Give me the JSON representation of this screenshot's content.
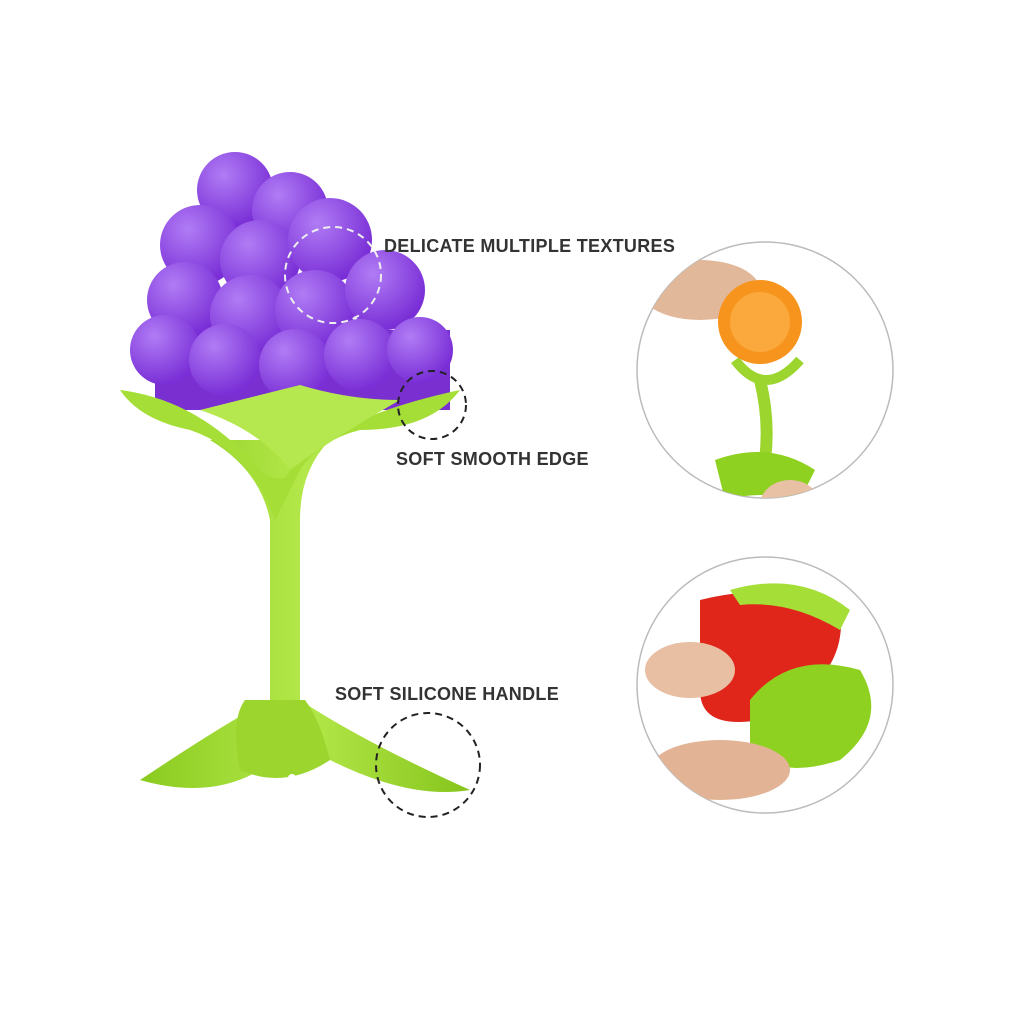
{
  "labels": {
    "textures": "DELICATE MULTIPLE TEXTURES",
    "edge": "SOFT SMOOTH EDGE",
    "handle": "SOFT SILICONE HANDLE"
  },
  "colors": {
    "grape": "#8a3fe0",
    "stem": "#9ad62a",
    "text": "#333333",
    "orange": "#f7941d",
    "red": "#e0251b"
  }
}
